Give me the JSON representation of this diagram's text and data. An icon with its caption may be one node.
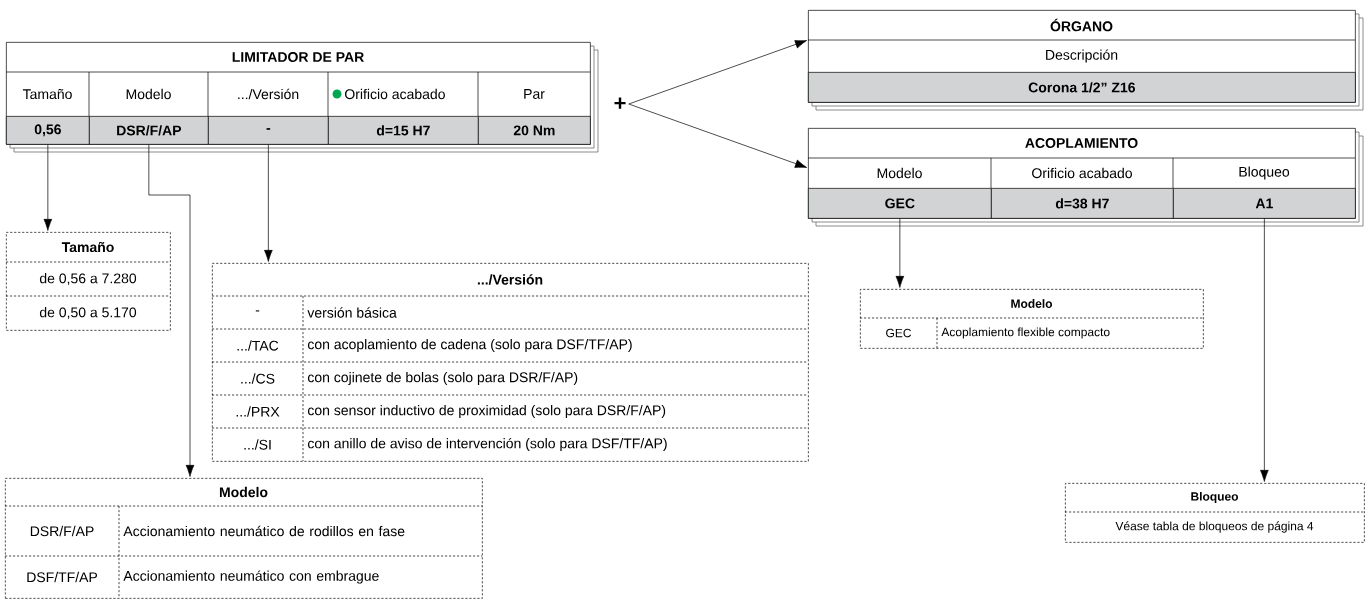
{
  "diagram": {
    "nodes": [
      {
        "text": [
          "LIMITADOR DE PAR",
          "Tamaño",
          "Modelo",
          ".../Versión",
          "Orificio acabado",
          "Par"
        ]
      },
      {
        "text": [
          "0,56"
        ],
        "in": 0
      },
      {
        "text": [
          "DSR/F/AP"
        ],
        "in": 0
      },
      {
        "text": [
          "-"
        ],
        "in": 0
      },
      {
        "text": [
          "d=15 H7"
        ],
        "in": 0
      },
      {
        "text": [
          "20 Nm"
        ],
        "in": 0
      },
      {
        "text": [
          "+"
        ]
      },
      {
        "text": [
          "ÓRGANO",
          "Descripción"
        ]
      },
      {
        "text": [
          "Corona 1/2” Z16"
        ],
        "in": 7
      },
      {
        "text": [
          "ACOPLAMIENTO",
          "Modelo",
          "Orificio acabado",
          "Bloqueo"
        ]
      },
      {
        "text": [
          "GEC"
        ],
        "in": 9
      },
      {
        "text": [
          "d=38 H7"
        ],
        "in": 9
      },
      {
        "text": [
          "A1"
        ],
        "in": 9
      },
      {
        "text": [
          "Tamaño",
          "de 0,56 a 7.280",
          "de 0,50 a 5.170"
        ]
      },
      {
        "text": [
          ".../Versión",
          "-",
          "versión básica",
          ".../TAC",
          "con acoplamiento de cadena (solo para DSF/TF/AP)",
          ".../CS",
          "con cojinete de bolas (solo para DSR/F/AP)",
          ".../PRX",
          "con sensor inductivo de proximidad (solo para DSR/F/AP)",
          ".../SI",
          "con anillo de aviso de intervención (solo para DSF/TF/AP)"
        ]
      },
      {
        "text": [
          "Modelo",
          "DSR/F/AP",
          "Accionamiento neumático de rodillos en fase",
          "DSF/TF/AP",
          "Accionamiento neumático con embrague"
        ]
      },
      {
        "text": [
          "Modelo",
          "GEC",
          "Acoplamiento flexible compacto"
        ]
      },
      {
        "text": [
          "Bloqueo",
          "Véase tabla de bloqueos de página 4"
        ]
      }
    ],
    "edges": [
      {
        "from": 1,
        "to": 13,
        "arrow": "to"
      },
      {
        "from": 2,
        "to": 15,
        "arrow": "to"
      },
      {
        "from": 3,
        "to": 14,
        "arrow": "to"
      },
      {
        "from": 6,
        "to": 7,
        "arrow": "to"
      },
      {
        "from": 6,
        "to": 9,
        "arrow": "to"
      },
      {
        "from": 10,
        "to": 16,
        "arrow": "to"
      },
      {
        "from": 12,
        "to": 17,
        "arrow": "to"
      }
    ]
  }
}
